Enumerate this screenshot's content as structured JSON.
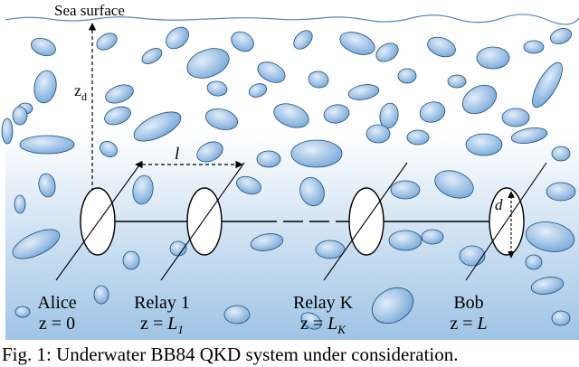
{
  "surface_label": "Sea surface",
  "depth_label": {
    "main": "z",
    "sub": "d"
  },
  "spacing_label": "l",
  "diameter_label": "d",
  "stations": [
    {
      "name": "Alice",
      "position_prefix": "z = ",
      "position_main": "0",
      "position_sub": ""
    },
    {
      "name": "Relay 1",
      "position_prefix": "z = ",
      "position_main": "L",
      "position_sub": "1"
    },
    {
      "name": "Relay K",
      "position_prefix": "z = ",
      "position_main": "L",
      "position_sub": "K"
    },
    {
      "name": "Bob",
      "position_prefix": "z = ",
      "position_main": "L",
      "position_sub": ""
    }
  ],
  "caption": "Fig. 1: Underwater BB84 QKD system under consideration.",
  "colors": {
    "water_top": "#ffffff",
    "water_bottom": "#9fc4e6",
    "bubble_light": "#e2eefa",
    "bubble_dark": "#6fa3d6",
    "bubble_stroke": "#1f4e79",
    "surface_line": "#5a86b8"
  }
}
